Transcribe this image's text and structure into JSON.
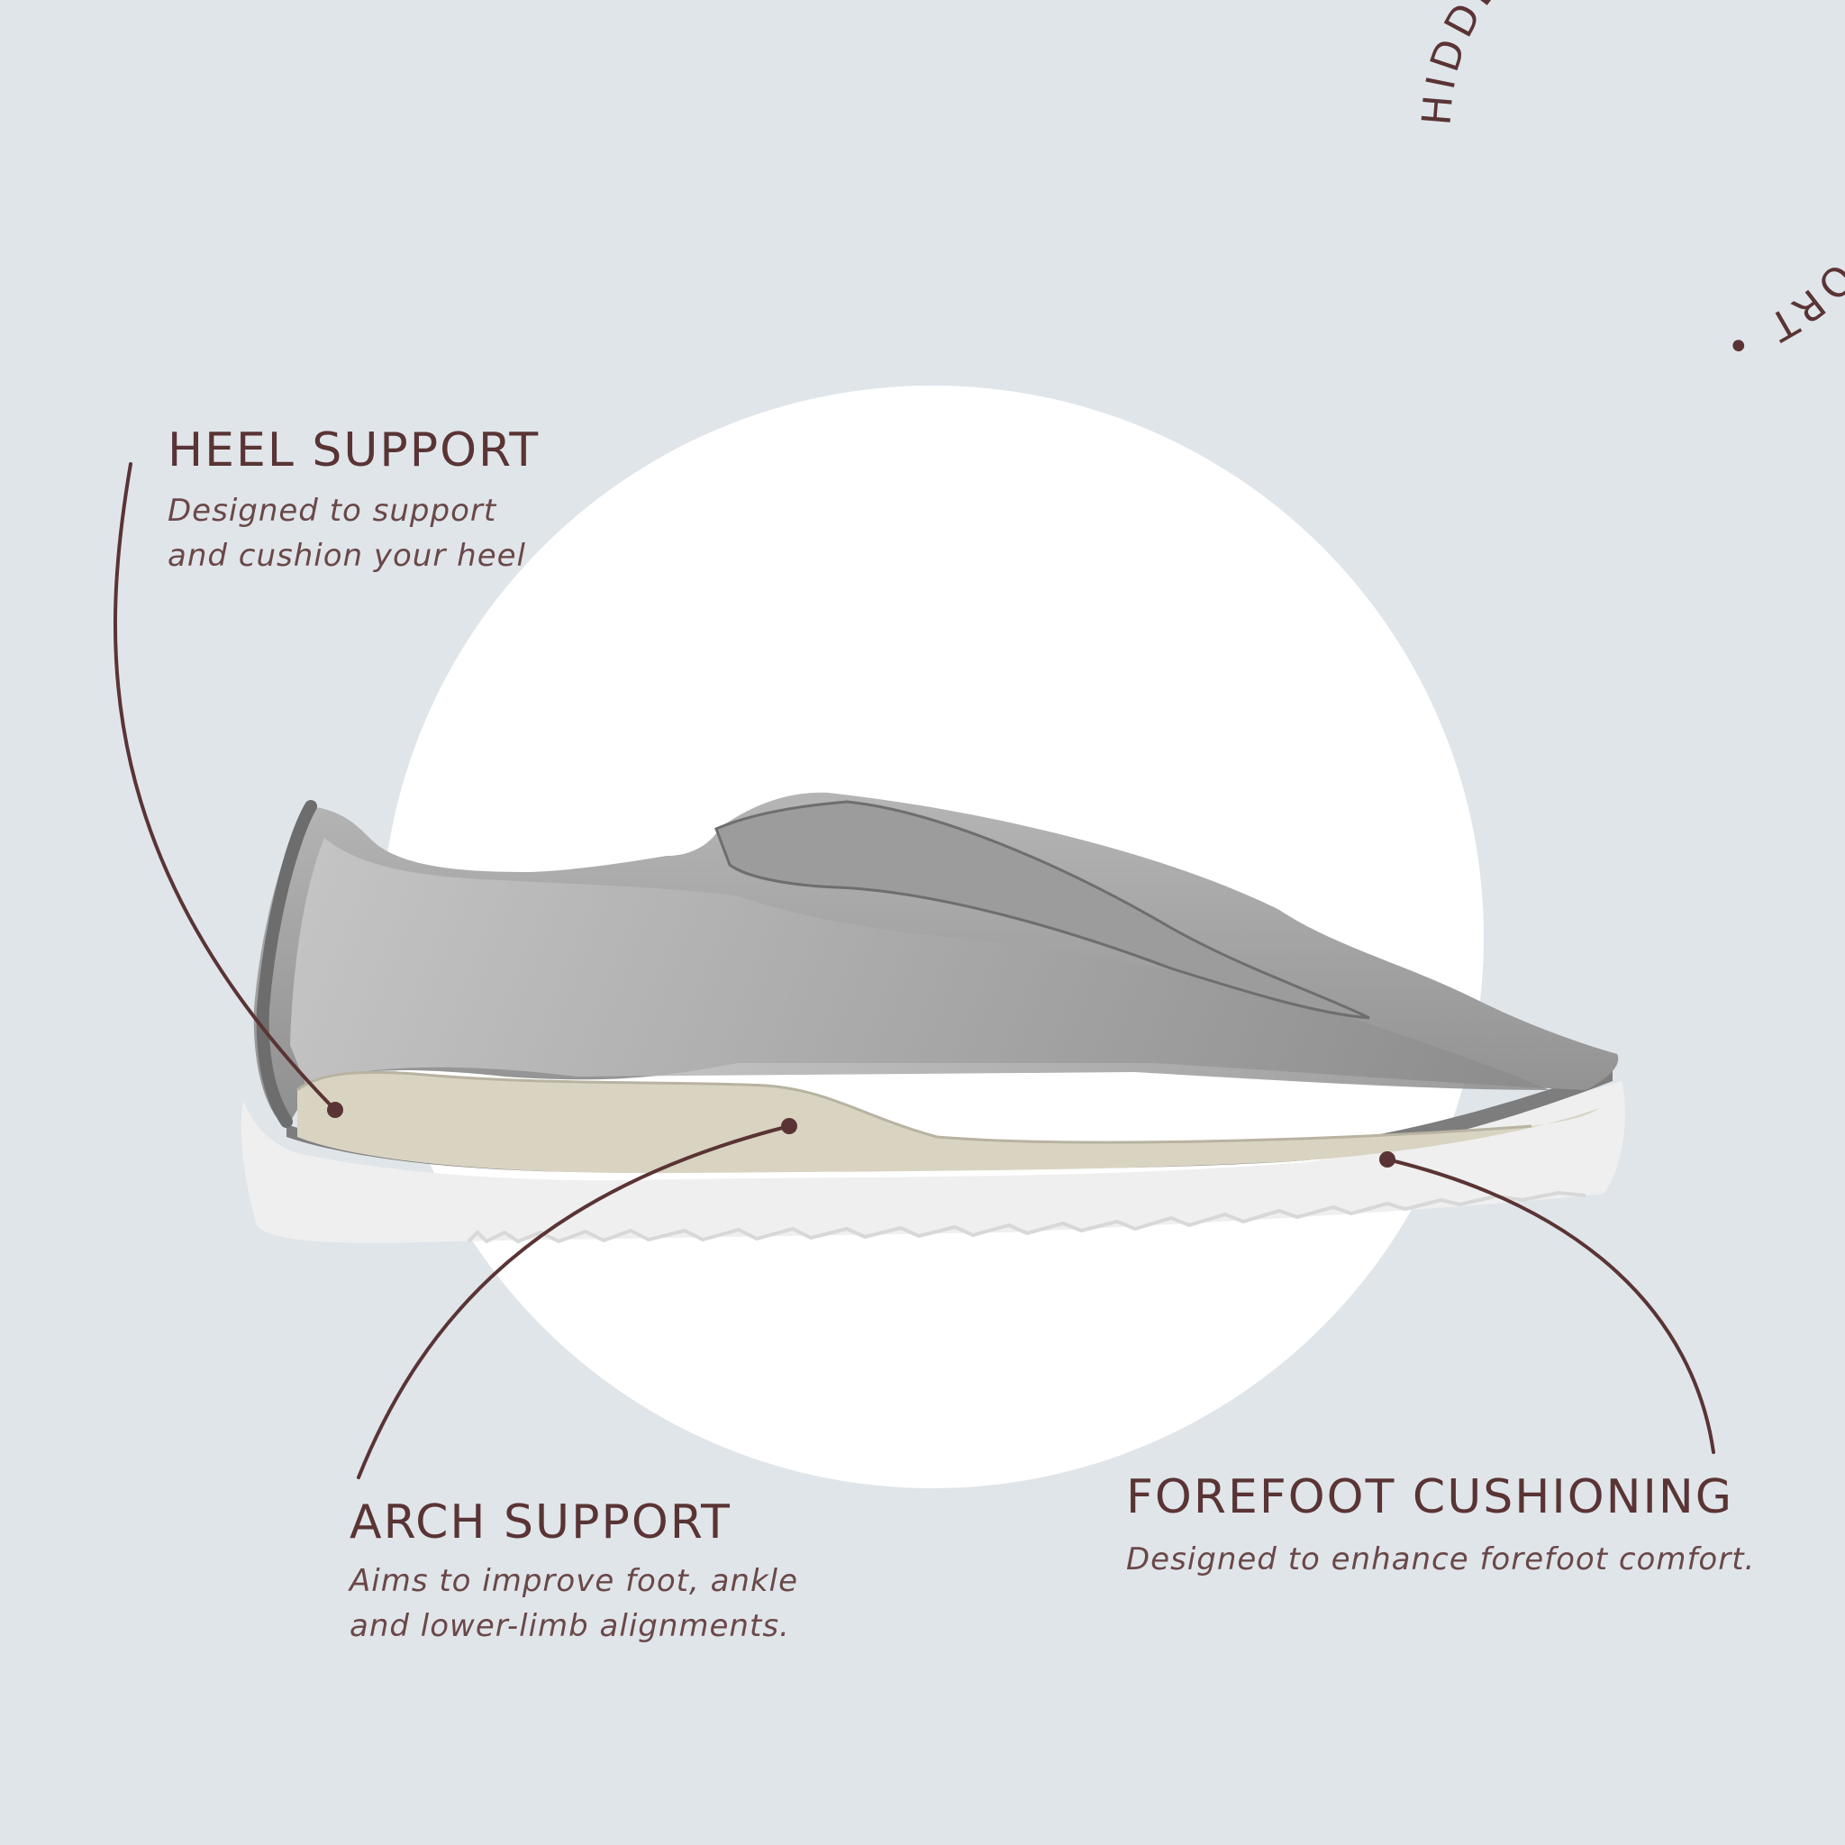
{
  "colors": {
    "background": "#e0e5ea",
    "accent": "#5a3434",
    "disc": "#ffffff",
    "insole": "#d9d4c2",
    "outsole": "#f0f0f0",
    "upper": "#a9a9a9"
  },
  "badge": {
    "text": "HIDDEN SUPPORT • HIDDEN SUPPORT • "
  },
  "callouts": {
    "heel": {
      "title": "HEEL SUPPORT",
      "line1": "Designed to support",
      "line2": "and cushion your heel"
    },
    "arch": {
      "title": "ARCH SUPPORT",
      "line1": "Aims to improve foot, ankle",
      "line2": "and lower-limb alignments."
    },
    "forefoot": {
      "title": "FOREFOOT CUSHIONING",
      "line1": "Designed to enhance forefoot comfort."
    }
  },
  "image": {
    "subject": "shoe-cross-section"
  }
}
